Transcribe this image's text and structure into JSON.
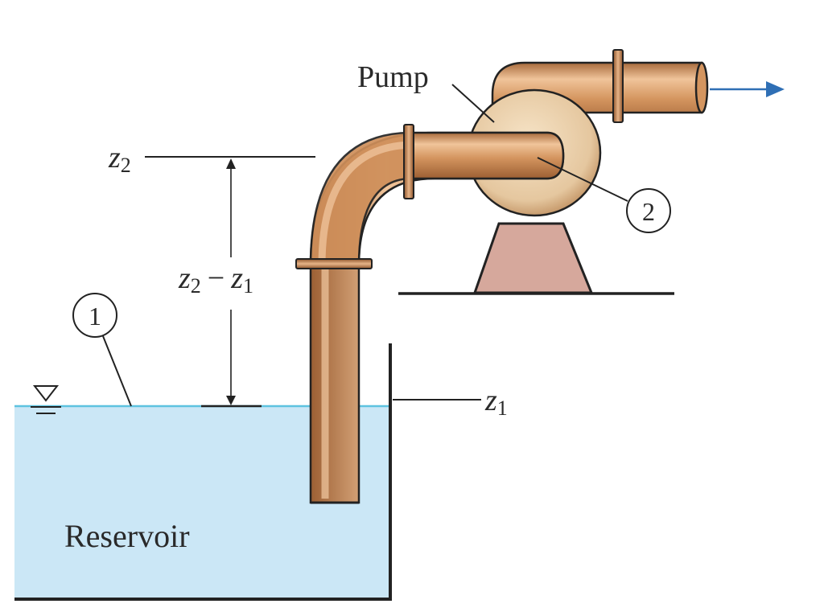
{
  "labels": {
    "pump": "Pump",
    "reservoir": "Reservoir",
    "point1": "1",
    "point2": "2",
    "z2_sym": "z",
    "z2_sub": "2",
    "z1_sym": "z",
    "z1_sub": "1",
    "diff_z2_sym": "z",
    "diff_z2_sub": "2",
    "diff_minus": "−",
    "diff_z1_sym": "z",
    "diff_z1_sub": "1"
  },
  "colors": {
    "water_fill": "#cbe7f6",
    "water_surface": "#5ec3e0",
    "pipe_dark": "#a86a3c",
    "pipe_mid": "#d49a6a",
    "pipe_light": "#f2c9a2",
    "pump_casing": "#ecd4b0",
    "pump_stand": "#d6a89c",
    "line": "#222222",
    "flow_arrow": "#2f6fb5"
  },
  "icons": {
    "water_surface_marker": "free-surface-triangle-icon",
    "flow_direction": "flow-arrow-icon"
  }
}
